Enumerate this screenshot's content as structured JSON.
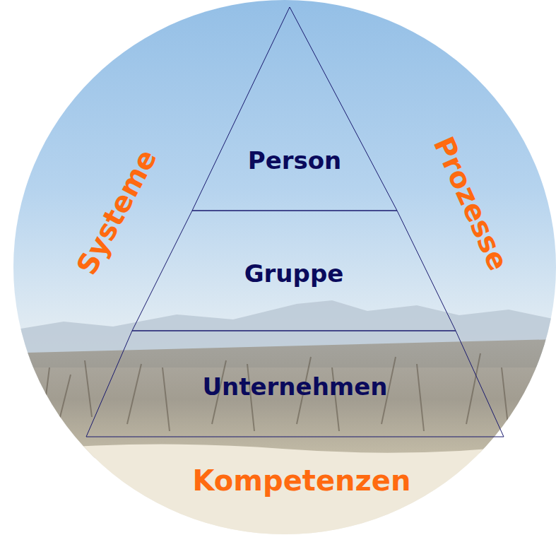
{
  "diagram": {
    "nodes": [
      {
        "text": [
          "Person"
        ]
      },
      {
        "text": [
          "Gruppe"
        ]
      },
      {
        "text": [
          "Unternehmen"
        ]
      }
    ],
    "labels": [
      "Systeme",
      "Prozesse",
      "Kompetenzen"
    ]
  }
}
